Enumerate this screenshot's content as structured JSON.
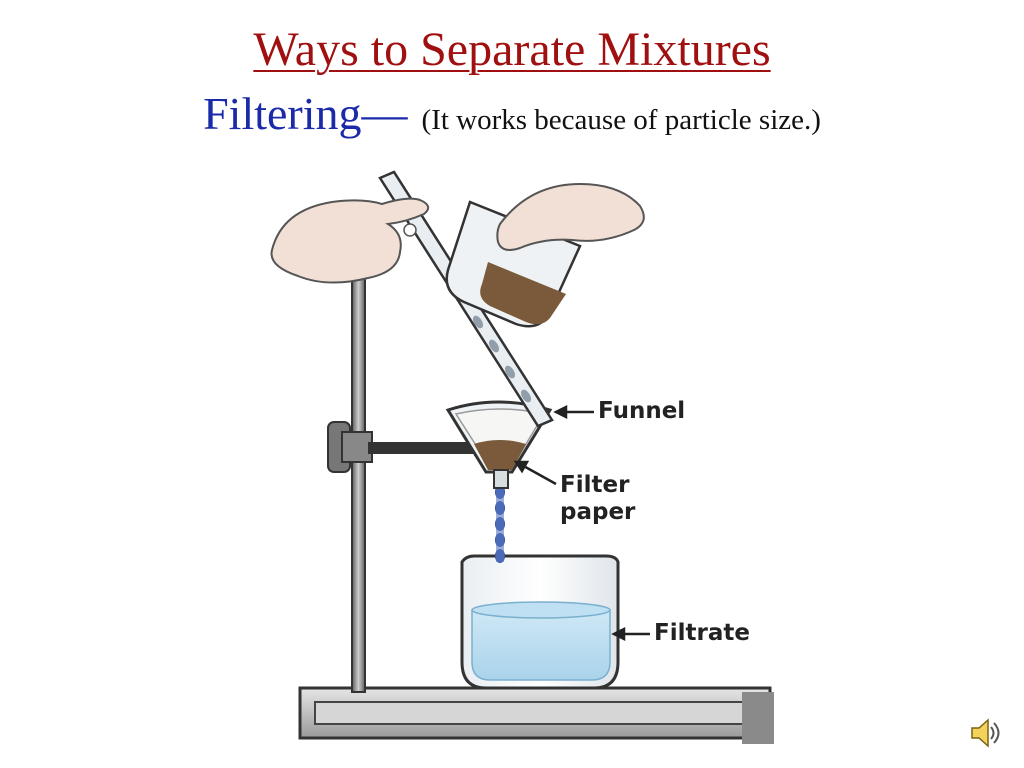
{
  "slide": {
    "title": "Ways to Separate Mixtures",
    "subtitle_main": "Filtering—",
    "subtitle_note": "(It works because of particle size.)"
  },
  "figure": {
    "labels": {
      "funnel": "Funnel",
      "filter_paper_line1": "Filter",
      "filter_paper_line2": "paper",
      "filtrate": "Filtrate"
    }
  },
  "icons": {
    "speaker": "speaker-icon"
  },
  "colors": {
    "title": "#a01010",
    "subtitle": "#1a2aa8",
    "filtrate_liquid": "#a9d3ea",
    "residue": "#7a5a3a"
  }
}
